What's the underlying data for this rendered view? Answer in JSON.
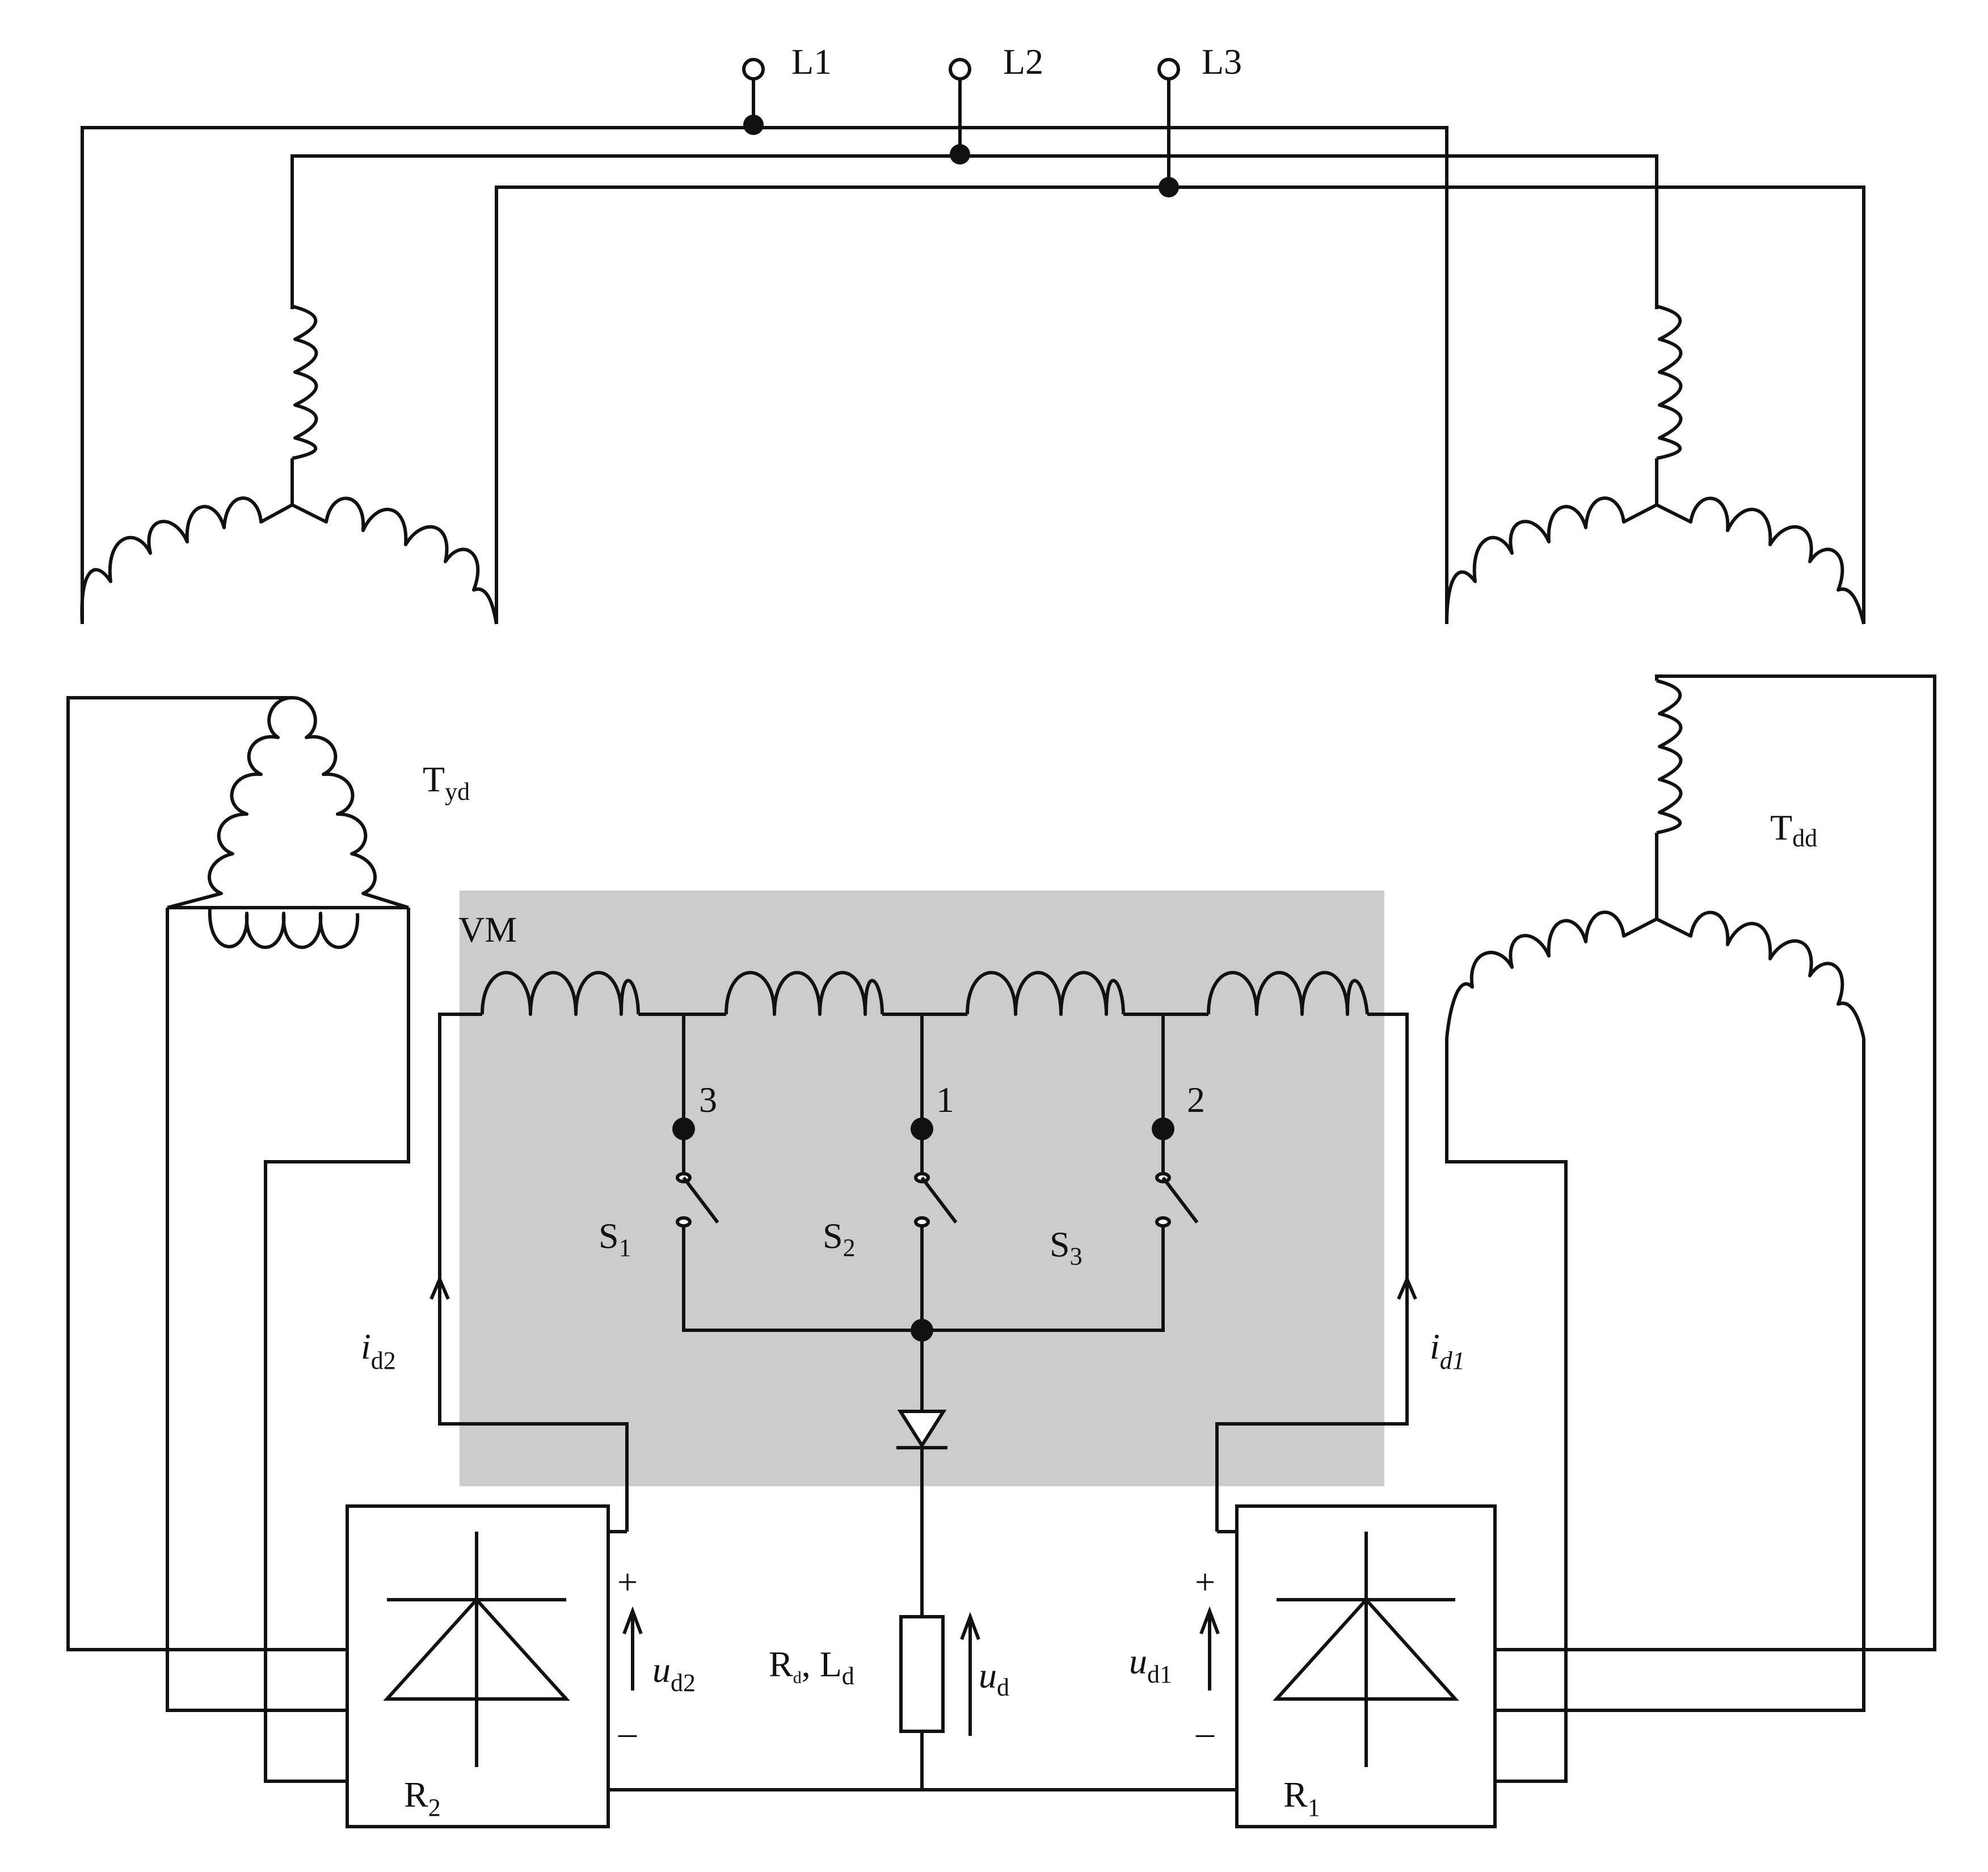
{
  "terminals": {
    "l1": "L1",
    "l2": "L2",
    "l3": "L3"
  },
  "labels": {
    "tyd_main": "T",
    "tyd_sub": "yd",
    "tdd_main": "T",
    "tdd_sub": "dd",
    "vm": "VM",
    "tap3": "3",
    "tap1": "1",
    "tap2": "2",
    "s1_main": "S",
    "s1_sub": "1",
    "s2_main": "S",
    "s2_sub": "2",
    "s3_main": "S",
    "s3_sub": "3",
    "id2_main": "i",
    "id2_sub": "d2",
    "id1_main": "i",
    "id1_sub": "d1",
    "ud2_main": "u",
    "ud2_sub": "d2",
    "ud1_main": "u",
    "ud1_sub": "d1",
    "ud_main": "u",
    "ud_sub": "d",
    "load_r": "R",
    "load_r_sub": "d",
    "load_sep": ", ",
    "load_l": "L",
    "load_l_sub": "d",
    "r2_main": "R",
    "r2_sub": "2",
    "r1_main": "R",
    "r1_sub": "1",
    "plus": "+",
    "minus": "–"
  },
  "colors": {
    "vm_shade": "#cccccc",
    "line": "#111111"
  }
}
